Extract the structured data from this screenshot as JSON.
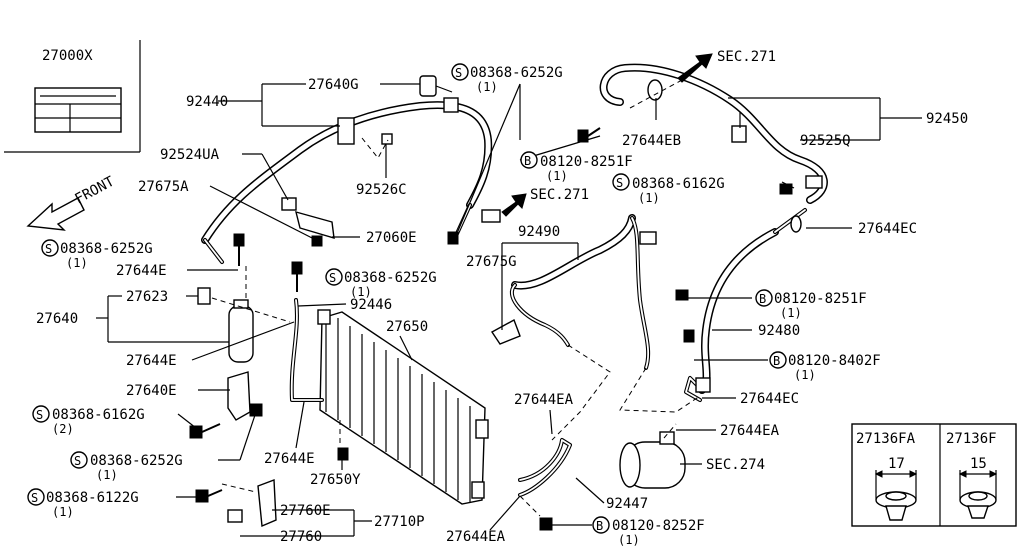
{
  "diagram_id": "J276008F",
  "labels": {
    "p27000X": "27000X",
    "p92440": "92440",
    "p27640G": "27640G",
    "p08368_6252G_top": "08368-6252G",
    "p08368_6252G_top_qty": "(1)",
    "sec271_top": "SEC.271",
    "p92450": "92450",
    "p27644EB": "27644EB",
    "p92525Q": "92525Q",
    "p92524UA": "92524UA",
    "p92526C": "92526C",
    "p08120_8251F_top": "08120-8251F",
    "p08120_8251F_top_qty": "(1)",
    "sec271_mid": "SEC.271",
    "p08368_6162G_right": "08368-6162G",
    "p08368_6162G_right_qty": "(1)",
    "front": "FRONT",
    "p27675A": "27675A",
    "p27060E": "27060E",
    "p27644EC_top": "27644EC",
    "p92490": "92490",
    "p08368_6252G_left": "08368-6252G",
    "p08368_6252G_left_qty": "(1)",
    "p27675G": "27675G",
    "p27644E_top": "27644E",
    "p08368_6252G_mid": "08368-6252G",
    "p08368_6252G_mid_qty": "(1)",
    "p27623": "27623",
    "p92446": "92446",
    "p08120_8251F_right": "08120-8251F",
    "p08120_8251F_right_qty": "(1)",
    "p27640": "27640",
    "p27650": "27650",
    "p92480": "92480",
    "p27644E_mid": "27644E",
    "p08120_8402F": "08120-8402F",
    "p08120_8402F_qty": "(1)",
    "p27640E": "27640E",
    "p27644EA_mid": "27644EA",
    "p27644EC_mid": "27644EC",
    "p08368_6162G_left": "08368-6162G",
    "p08368_6162G_left_qty": "(2)",
    "p27644EA_right": "27644EA",
    "p08368_6252G_bot": "08368-6252G",
    "p08368_6252G_bot_qty": "(1)",
    "p27644E_bot": "27644E",
    "sec274": "SEC.274",
    "p27650Y": "27650Y",
    "p08368_6122G": "08368-6122G",
    "p08368_6122G_qty": "(1)",
    "p92447": "92447",
    "p27760E": "27760E",
    "p27710P": "27710P",
    "p27760": "27760",
    "p27644EA_bot": "27644EA",
    "p08120_8252F": "08120-8252F",
    "p08120_8252F_qty": "(1)",
    "p27136FA": "27136FA",
    "p27136F": "27136F",
    "dim17": "17",
    "dim15": "15",
    "sym_S": "S",
    "sym_B": "B"
  }
}
